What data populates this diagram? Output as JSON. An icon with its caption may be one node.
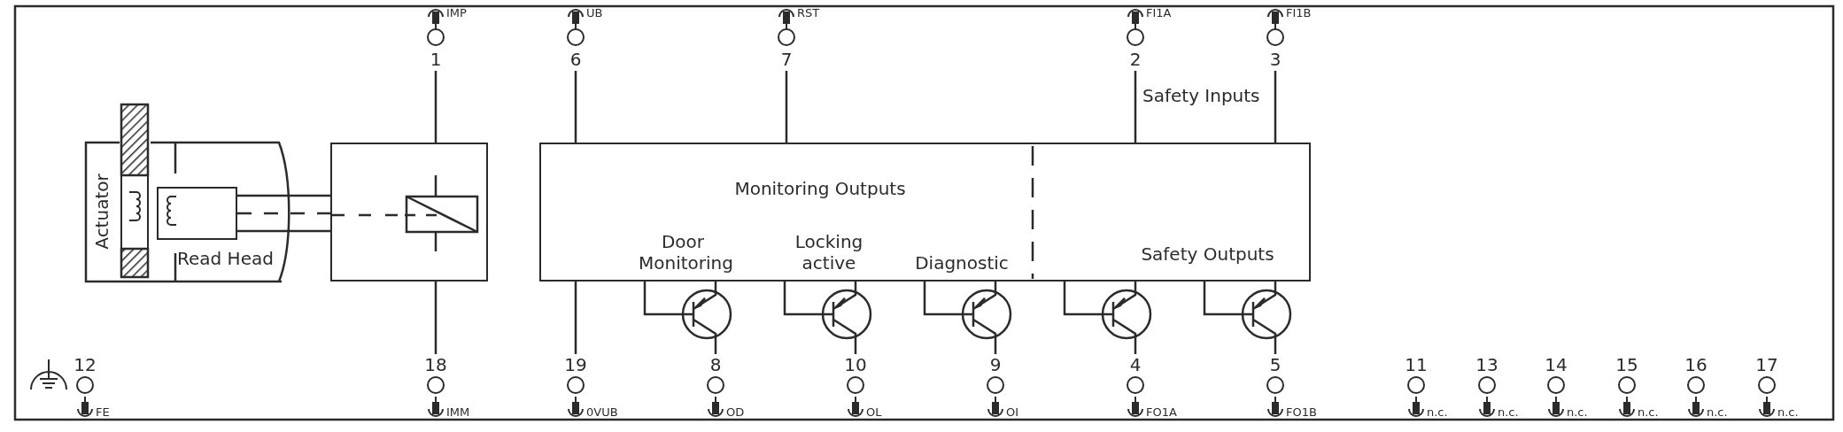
{
  "diagram": {
    "nodes": [
      {
        "text": [
          "Actuator"
        ]
      },
      {
        "text": [
          "Read Head"
        ]
      },
      {
        "text": [],
        "shape": "box"
      },
      {
        "text": [
          "Monitoring Outputs",
          "Door Monitoring",
          "Locking active",
          "Diagnostic",
          "Safety Outputs"
        ]
      },
      {
        "text": [],
        "shape": "transistor"
      },
      {
        "text": [],
        "shape": "transistor"
      },
      {
        "text": [],
        "shape": "transistor"
      },
      {
        "text": [],
        "shape": "transistor"
      },
      {
        "text": [],
        "shape": "transistor"
      },
      {
        "text": [
          "1"
        ],
        "beside": [
          "IMP"
        ]
      },
      {
        "text": [
          "6"
        ],
        "beside": [
          "UB"
        ]
      },
      {
        "text": [
          "7"
        ],
        "beside": [
          "RST"
        ]
      },
      {
        "text": [
          "2"
        ],
        "beside": [
          "FI1A"
        ]
      },
      {
        "text": [
          "3"
        ],
        "beside": [
          "FI1B"
        ]
      },
      {
        "text": [
          "12"
        ],
        "beside": [
          "FE"
        ]
      },
      {
        "text": [
          "18"
        ],
        "beside": [
          "IMM"
        ]
      },
      {
        "text": [
          "19"
        ],
        "beside": [
          "0VUB"
        ]
      },
      {
        "text": [
          "8"
        ],
        "beside": [
          "OD"
        ]
      },
      {
        "text": [
          "10"
        ],
        "beside": [
          "OL"
        ]
      },
      {
        "text": [
          "9"
        ],
        "beside": [
          "OI"
        ]
      },
      {
        "text": [
          "4"
        ],
        "beside": [
          "FO1A"
        ]
      },
      {
        "text": [
          "5"
        ],
        "beside": [
          "FO1B"
        ]
      },
      {
        "text": [
          "11"
        ],
        "beside": [
          "n.c."
        ]
      },
      {
        "text": [
          "13"
        ],
        "beside": [
          "n.c."
        ]
      },
      {
        "text": [
          "14"
        ],
        "beside": [
          "n.c."
        ]
      },
      {
        "text": [
          "15"
        ],
        "beside": [
          "n.c."
        ]
      },
      {
        "text": [
          "16"
        ],
        "beside": [
          "n.c."
        ]
      },
      {
        "text": [
          "17"
        ],
        "beside": [
          "n.c."
        ]
      }
    ],
    "edges": [
      {
        "from": 9,
        "to": 2,
        "arrow": "none"
      },
      {
        "from": 10,
        "to": 3,
        "arrow": "none"
      },
      {
        "from": 11,
        "to": 3,
        "arrow": "none"
      },
      {
        "from": 12,
        "to": 3,
        "arrow": "none"
      },
      {
        "from": 13,
        "to": 3,
        "arrow": "none"
      },
      {
        "from": 1,
        "to": 2,
        "arrow": "none",
        "style": "dashed"
      },
      {
        "from": 2,
        "to": 15,
        "arrow": "none"
      },
      {
        "from": 3,
        "to": 16,
        "arrow": "none"
      },
      {
        "from": 3,
        "to": 4,
        "arrow": "none"
      },
      {
        "from": 3,
        "to": 5,
        "arrow": "none"
      },
      {
        "from": 3,
        "to": 6,
        "arrow": "none"
      },
      {
        "from": 3,
        "to": 7,
        "arrow": "none"
      },
      {
        "from": 3,
        "to": 8,
        "arrow": "none"
      },
      {
        "from": 3,
        "to": 4,
        "arrow": "none"
      },
      {
        "from": 3,
        "to": 5,
        "arrow": "none"
      },
      {
        "from": 3,
        "to": 6,
        "arrow": "none"
      },
      {
        "from": 3,
        "to": 7,
        "arrow": "none"
      },
      {
        "from": 3,
        "to": 8,
        "arrow": "none"
      },
      {
        "from": 4,
        "to": 17,
        "arrow": "none"
      },
      {
        "from": 5,
        "to": 18,
        "arrow": "none"
      },
      {
        "from": 6,
        "to": 19,
        "arrow": "none"
      },
      {
        "from": 7,
        "to": 20,
        "arrow": "none"
      },
      {
        "from": 8,
        "to": 21,
        "arrow": "none"
      }
    ],
    "labels": [
      "Safety Inputs"
    ]
  }
}
